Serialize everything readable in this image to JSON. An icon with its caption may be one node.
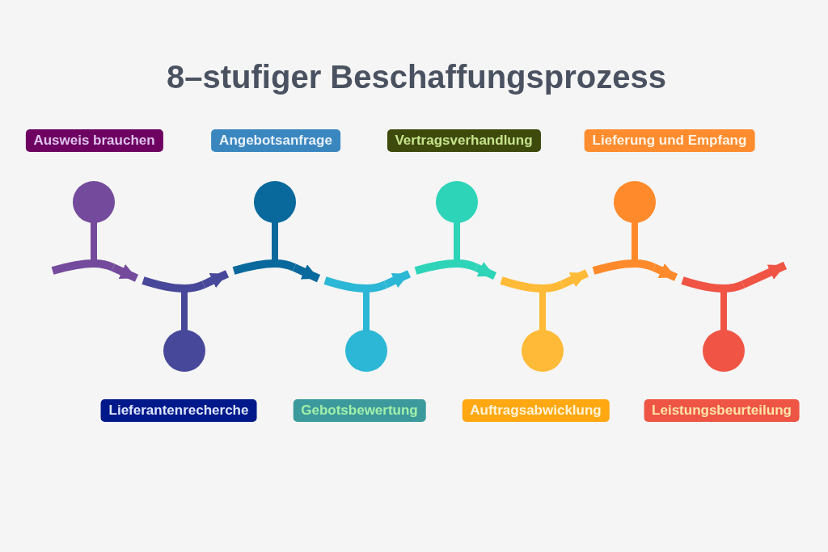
{
  "diagram": {
    "title": "8–stufiger Beschaffungsprozess",
    "nodes": [
      {
        "text": [
          "Ausweis brauchen"
        ]
      },
      {
        "text": [
          "Lieferantenrecherche"
        ]
      },
      {
        "text": [
          "Angebotsanfrage"
        ]
      },
      {
        "text": [
          "Gebotsbewertung"
        ]
      },
      {
        "text": [
          "Vertragsverhandlung"
        ]
      },
      {
        "text": [
          "Auftragsabwicklung"
        ]
      },
      {
        "text": [
          "Lieferung und Empfang"
        ]
      },
      {
        "text": [
          "Leistungsbeurteilung"
        ]
      },
      {
        "text": [],
        "shape": "circle"
      },
      {
        "text": [],
        "shape": "circle"
      },
      {
        "text": [],
        "shape": "circle"
      },
      {
        "text": [],
        "shape": "circle"
      },
      {
        "text": [],
        "shape": "circle"
      },
      {
        "text": [],
        "shape": "circle"
      },
      {
        "text": [],
        "shape": "circle"
      },
      {
        "text": [],
        "shape": "circle"
      }
    ],
    "edges": [
      {
        "from": 8,
        "to": 9,
        "arrow": "to",
        "color": "#744b9c"
      },
      {
        "from": 9,
        "to": 10,
        "arrow": "to",
        "color": "#48489a"
      },
      {
        "from": 10,
        "to": 11,
        "arrow": "to",
        "color": "#0a699c"
      },
      {
        "from": 11,
        "to": 12,
        "arrow": "to",
        "color": "#2bb7d5"
      },
      {
        "from": 12,
        "to": 13,
        "arrow": "to",
        "color": "#2dd4b8"
      },
      {
        "from": 13,
        "to": 14,
        "arrow": "to",
        "color": "#ffbb37"
      },
      {
        "from": 14,
        "to": 15,
        "arrow": "to",
        "color": "#ff8a2b"
      },
      {
        "from": 15,
        "to": null,
        "arrow": "to",
        "color": "#f05444"
      }
    ]
  }
}
